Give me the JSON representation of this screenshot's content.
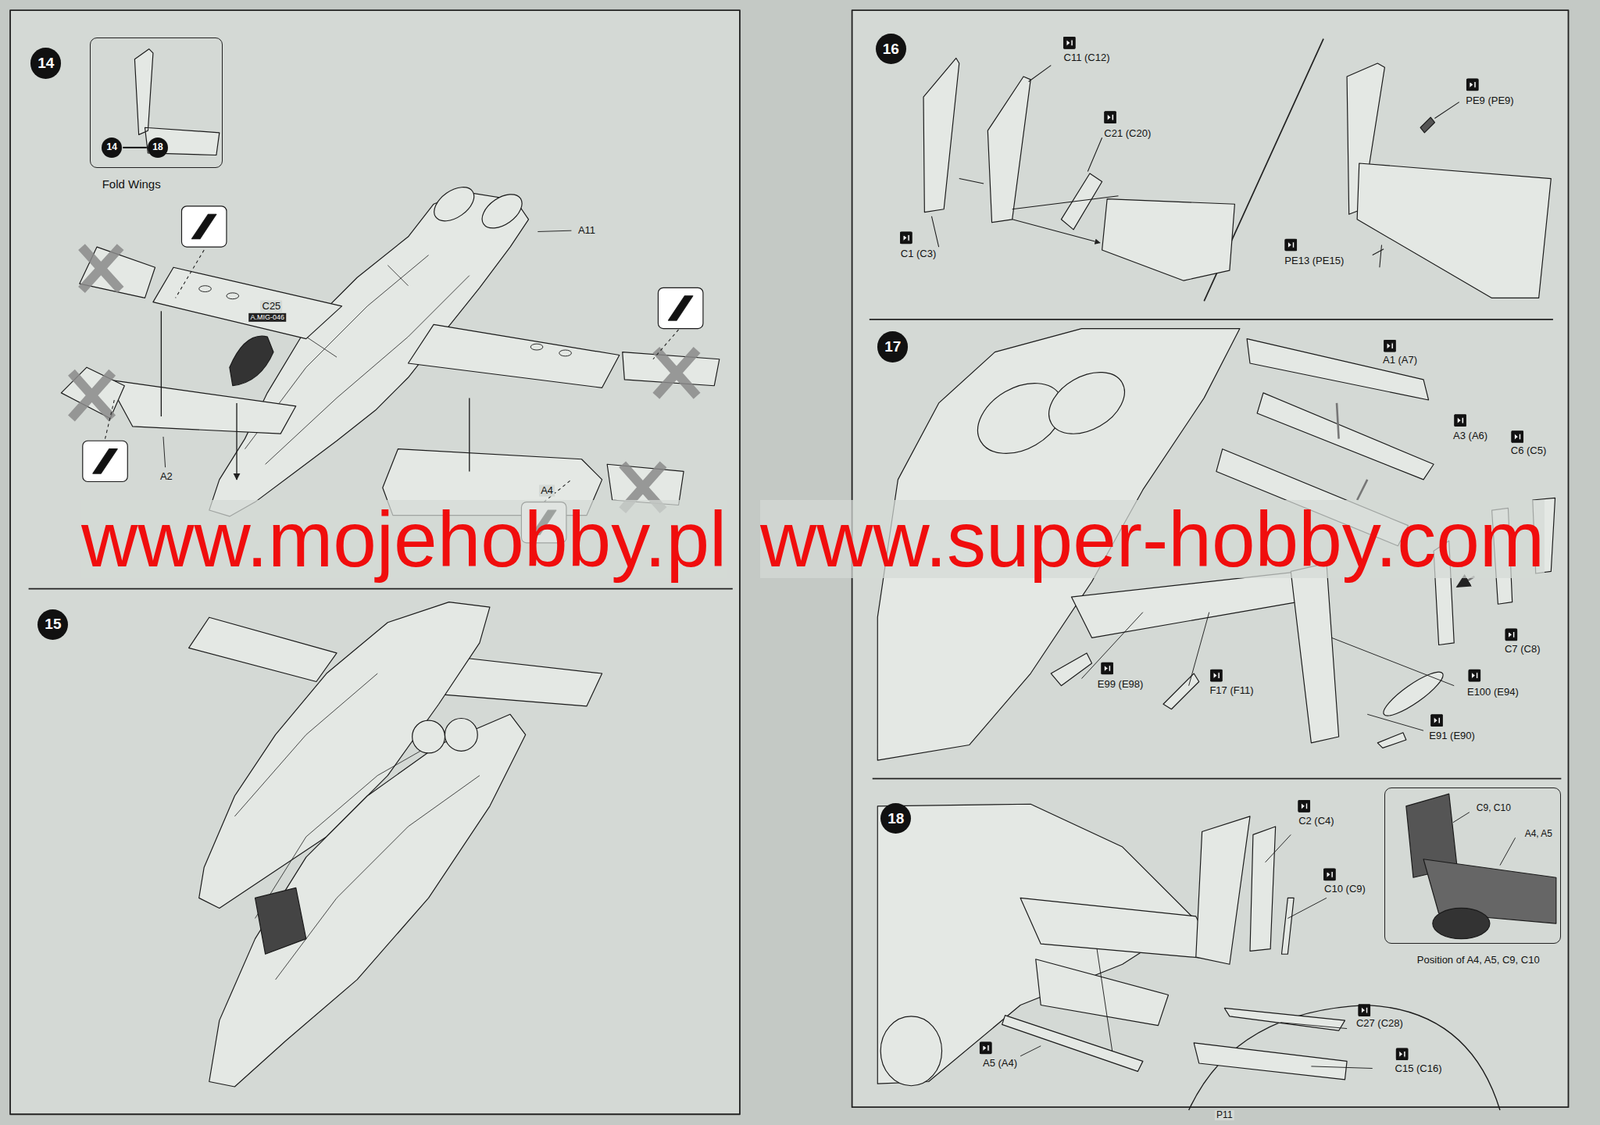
{
  "diagram": {
    "nodes": [
      {
        "text": [
          "14"
        ]
      },
      {
        "text": [
          "Fold Wings"
        ]
      },
      {
        "text": [
          "14"
        ],
        "in": 1
      },
      {
        "text": [
          "18"
        ],
        "in": 1
      },
      {
        "text": [
          "15"
        ]
      },
      {
        "text": [
          "16"
        ]
      },
      {
        "text": [
          "17"
        ]
      },
      {
        "text": [
          "18"
        ]
      },
      {
        "text": [
          "C9, C10",
          "A4, A5",
          "Position of A4, A5, C9, C10"
        ]
      }
    ],
    "edges": [
      {
        "from": 2,
        "to": 3,
        "arrow": "none"
      }
    ],
    "labels": [
      "A11",
      "C25",
      "A.MIG-046",
      "A2",
      "A4",
      "C11 (C12)",
      "C21 (C20)",
      "C1 (C3)",
      "PE9 (PE9)",
      "PE13 (PE15)",
      "A1 (A7)",
      "A3 (A6)",
      "C6 (C5)",
      "C7 (C8)",
      "E99 (E98)",
      "F17 (F11)",
      "E100 (E94)",
      "E91 (E90)",
      "C2 (C4)",
      "C10 (C9)",
      "C27 (C28)",
      "C15 (C16)",
      "A5 (A4)",
      "www.mojehobby.pl",
      "www.super-hobby.com",
      "P11"
    ]
  }
}
